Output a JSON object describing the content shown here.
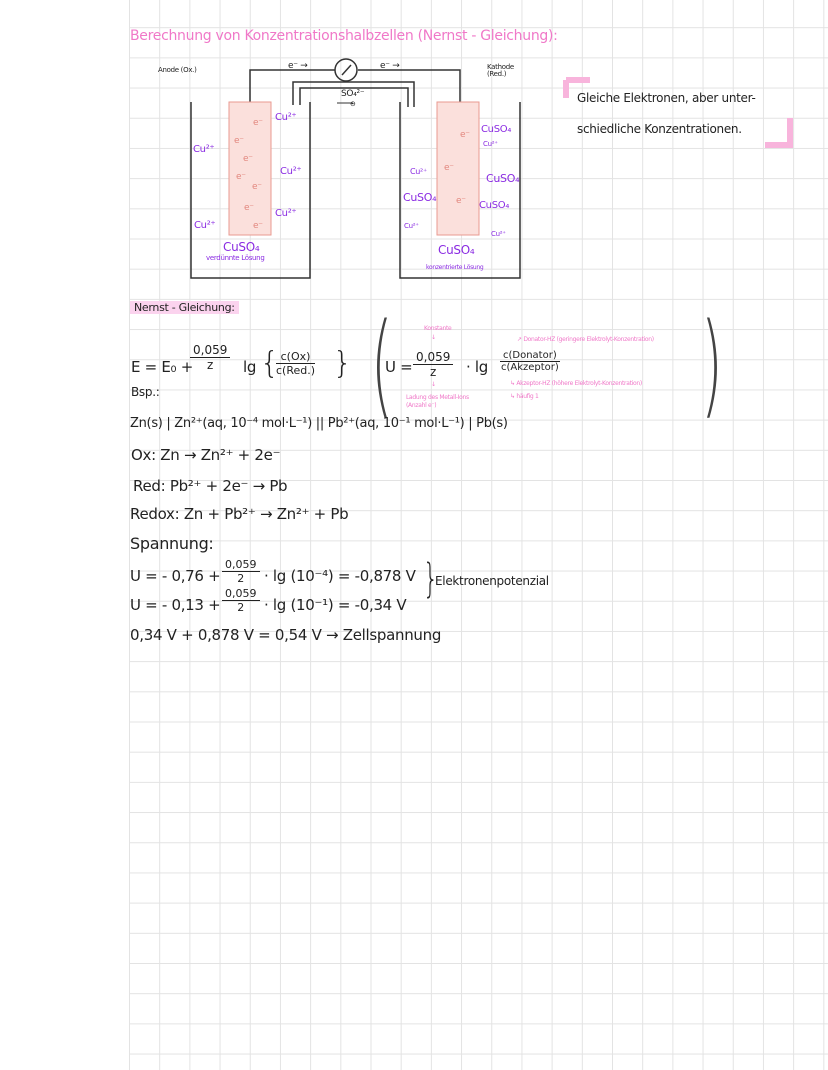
{
  "title": "Berechnung von Konzentrationshalbzellen (Nernst - Gleichung):",
  "diagram": {
    "anode_label": "Anode (Ox.)",
    "kathode_label": "Kathode (Red.)",
    "electron_left": "e⁻ →",
    "electron_right": "e⁻ →",
    "salt_bridge_ion": "SO₄²⁻",
    "salt_bridge_charge": "⊖",
    "electron_symbol": "e⁻",
    "left_ions": [
      "Cu²⁺",
      "Cu²⁺",
      "Cu²⁺",
      "Cu²⁺",
      "Cu²⁺"
    ],
    "left_solution": "CuSO₄",
    "left_solution_note": "verdünnte Lösung",
    "right_ions": [
      "CuSO₄",
      "Cu²⁺",
      "CuSO₄",
      "CuSO₄",
      "Cu²⁺",
      "CuSO₄",
      "Cu²⁺",
      "Cu²⁺"
    ],
    "right_solution": "CuSO₄",
    "right_solution_note": "konzentrierte Lösung"
  },
  "note": {
    "line1": "Gleiche Elektronen, aber unter-",
    "line2": "schiedliche Konzentrationen."
  },
  "nernst": {
    "heading": "Nernst - Gleichung:",
    "lhs": "E = E₀ +",
    "frac_num": "0,059",
    "frac_den": "z",
    "lg": "lg",
    "conc_num": "c(Ox)",
    "conc_den": "c(Red.)",
    "u_lhs": "U =",
    "u_frac_num": "0,059",
    "u_frac_den": "z",
    "u_lg": "· lg",
    "u_conc_num": "c(Donator)",
    "u_conc_den": "c(Akzeptor)",
    "ann_konstante": "Konstante",
    "ann_ladung": "Ladung des Metall-Ions (Anzahl e⁻)",
    "ann_donator": "↗ Donator-HZ (geringere Elektrolyt-Konzentration)",
    "ann_akzeptor": "↳ Akzeptor-HZ (höhere Elektrolyt-Konzentration)",
    "ann_haeufig": "↳ häufig 1"
  },
  "example": {
    "label": "Bsp.:",
    "cell": "Zn(s) | Zn²⁺(aq, 10⁻⁴ mol·L⁻¹) || Pb²⁺(aq, 10⁻¹ mol·L⁻¹) | Pb(s)",
    "ox": "Ox: Zn → Zn²⁺ + 2e⁻",
    "red": "Red: Pb²⁺ + 2e⁻ → Pb",
    "redox": "Redox: Zn + Pb²⁺ → Zn²⁺ + Pb",
    "spannung": "Spannung:",
    "u1_pre": "U = - 0,76 +",
    "u1_num": "0,059",
    "u1_den": "2",
    "u1_post": "· lg (10⁻⁴) = -0,878 V",
    "u2_pre": "U = - 0,13 +",
    "u2_num": "0,059",
    "u2_den": "2",
    "u2_post": "· lg (10⁻¹) = -0,34 V",
    "brace_label": "Elektronenpotenzial",
    "result": "0,34 V + 0,878 V = 0,54 V → Zellspannung"
  },
  "colors": {
    "title": "#f078c8",
    "ions": "#8a2be2",
    "electrode": "#fbe0dc",
    "grid": "#e3e3e3"
  }
}
